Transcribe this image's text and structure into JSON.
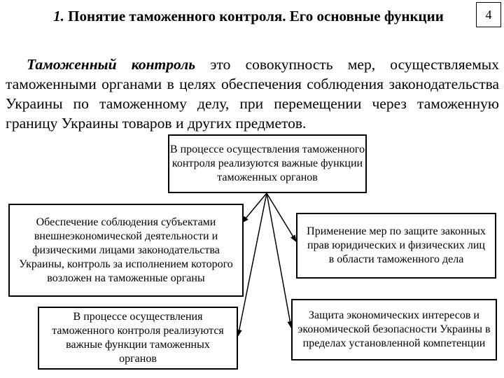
{
  "slide": {
    "page_number": "4",
    "title_number": "1.",
    "title_text": "Понятие таможенного контроля. Его основные функции",
    "definition_term": "Таможенный контроль",
    "definition_text": " это совокупность мер, осуществляемых таможенными органами в целях обеспечения соблюдения законодательства Украины по таможенному делу, при перемещении через таможенную границу Украины товаров и других предметов."
  },
  "diagram": {
    "root": "В процессе осуществления таможенного контроля реализуются важные функции таможенных органов",
    "functions": [
      "Обеспечение соблюдения субъектами внешнеэкономической деятельности и физическими лицами законодательства Украины, контроль за исполнением которого возложен на таможенные органы",
      "Применение мер по защите законных прав юридических и физических лиц в области таможенного дела",
      "В процессе осуществления таможенного контроля реализуются важные функции таможенных органов",
      "Защита экономических интересов и экономической безопасности Украины в пределах установленной компетенции"
    ]
  }
}
